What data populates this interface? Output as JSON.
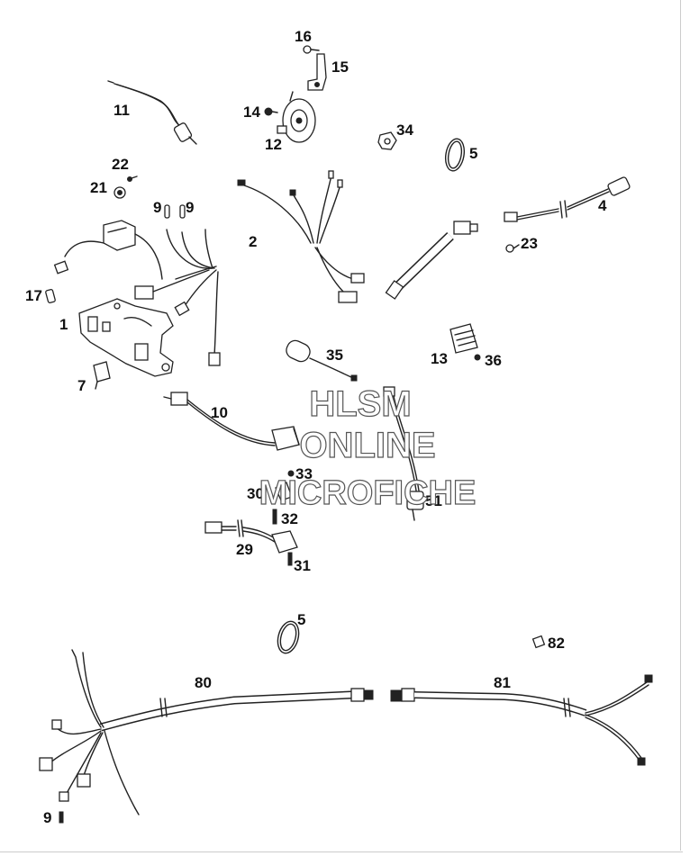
{
  "watermark": {
    "line1": "HLSM",
    "line2": "ONLINE",
    "line3": "MICROFICHE"
  },
  "callouts": [
    {
      "id": "c16",
      "text": "16"
    },
    {
      "id": "c15",
      "text": "15"
    },
    {
      "id": "c11",
      "text": "11"
    },
    {
      "id": "c14",
      "text": "14"
    },
    {
      "id": "c12",
      "text": "12"
    },
    {
      "id": "c34",
      "text": "34"
    },
    {
      "id": "c5a",
      "text": "5"
    },
    {
      "id": "c22",
      "text": "22"
    },
    {
      "id": "c21",
      "text": "21"
    },
    {
      "id": "c9a",
      "text": "9"
    },
    {
      "id": "c9b",
      "text": "9"
    },
    {
      "id": "c2",
      "text": "2"
    },
    {
      "id": "c4",
      "text": "4"
    },
    {
      "id": "c23",
      "text": "23"
    },
    {
      "id": "c17",
      "text": "17"
    },
    {
      "id": "c1",
      "text": "1"
    },
    {
      "id": "c35",
      "text": "35"
    },
    {
      "id": "c13",
      "text": "13"
    },
    {
      "id": "c36",
      "text": "36"
    },
    {
      "id": "c7",
      "text": "7"
    },
    {
      "id": "c10",
      "text": "10"
    },
    {
      "id": "c33",
      "text": "33"
    },
    {
      "id": "c30",
      "text": "30"
    },
    {
      "id": "c51",
      "text": "51"
    },
    {
      "id": "c32",
      "text": "32"
    },
    {
      "id": "c29",
      "text": "29"
    },
    {
      "id": "c31",
      "text": "31"
    },
    {
      "id": "c5b",
      "text": "5"
    },
    {
      "id": "c82",
      "text": "82"
    },
    {
      "id": "c80",
      "text": "80"
    },
    {
      "id": "c81",
      "text": "81"
    },
    {
      "id": "c9c",
      "text": "9"
    }
  ]
}
